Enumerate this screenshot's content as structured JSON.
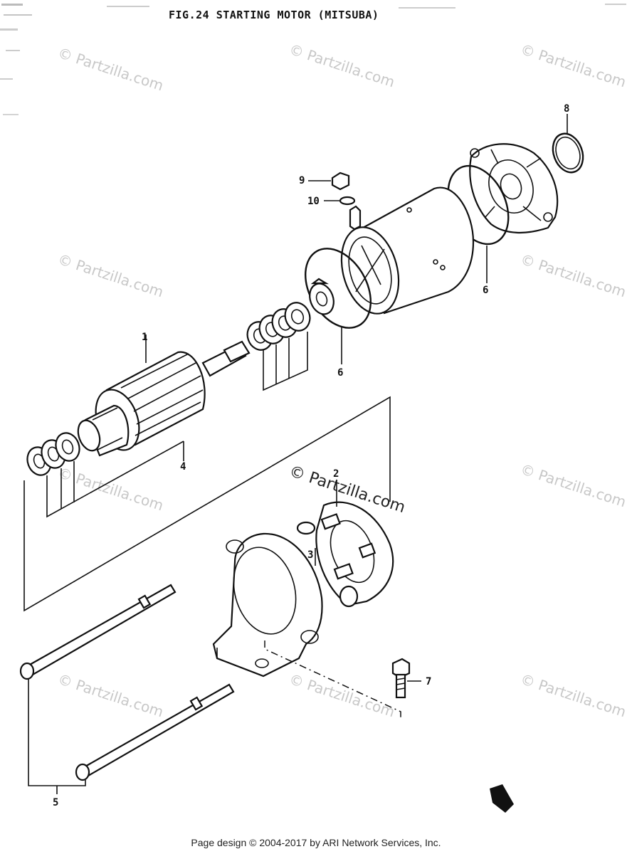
{
  "title": "FIG.24  STARTING MOTOR (MITSUBA)",
  "callouts": {
    "c1": "1",
    "c2": "2",
    "c3": "3",
    "c4": "4",
    "c5": "5",
    "c6a": "6",
    "c6b": "6",
    "c7": "7",
    "c8": "8",
    "c9": "9",
    "c10": "10"
  },
  "watermark": "© Partzilla.com",
  "footer": "Page design © 2004-2017 by ARI Network Services, Inc."
}
